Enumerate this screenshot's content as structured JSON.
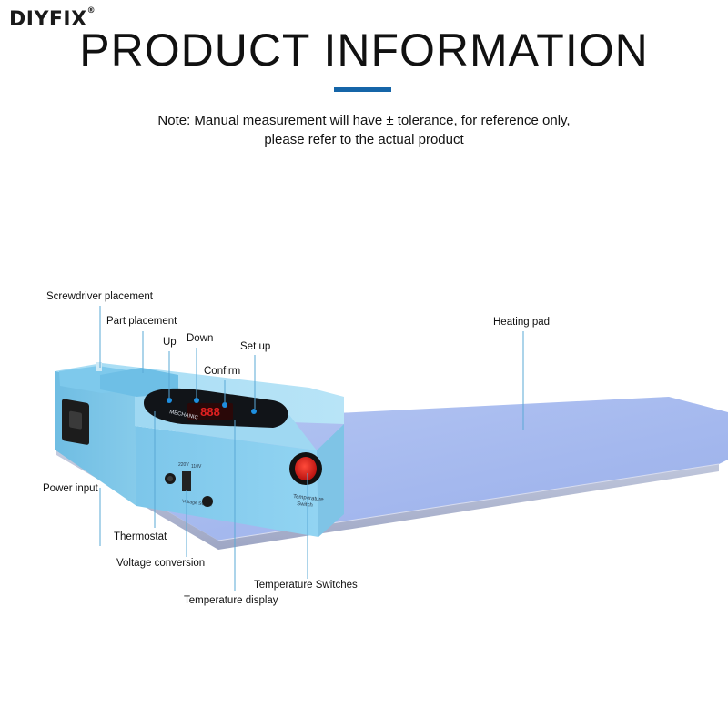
{
  "header": {
    "brand": "DIYFIX",
    "brand_mark": "®",
    "title": "PRODUCT INFORMATION",
    "note_line1": "Note: Manual measurement will have ± tolerance, for reference only,",
    "note_line2": "please refer to the actual product"
  },
  "device": {
    "display_reading": "888",
    "panel_brand_print": "MECHANIC",
    "switch_print_1": "Temperature",
    "switch_print_2": "Switch",
    "voltage_print": "Voltage Switch",
    "voltage_220": "220V",
    "voltage_110": "110V"
  },
  "labels": {
    "screwdriver_placement": "Screwdriver placement",
    "part_placement": "Part placement",
    "up": "Up",
    "down": "Down",
    "confirm": "Confirm",
    "set_up": "Set up",
    "heating_pad": "Heating pad",
    "power_input": "Power input",
    "thermostat": "Thermostat",
    "voltage_conversion": "Voltage conversion",
    "temperature_switches": "Temperature Switches",
    "temperature_display": "Temperature display"
  },
  "colors": {
    "accent_bar": "#1565a8",
    "pad_blue": "#a9bdf0",
    "body_blue": "#8fd0ef",
    "display_red": "#e02020",
    "switch_red": "#d81d1d"
  }
}
